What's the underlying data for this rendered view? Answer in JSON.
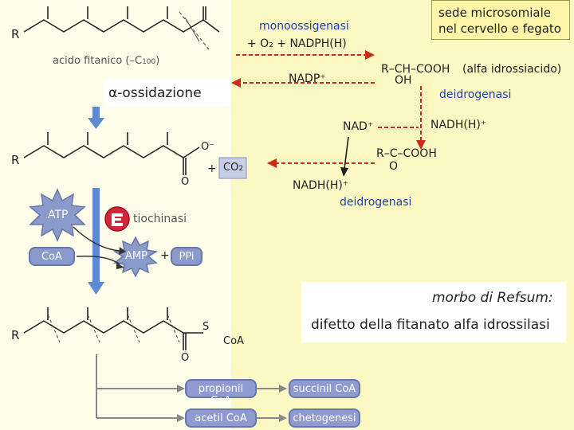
{
  "top_right_box": {
    "line1": "sede microsomiale",
    "line2": "nel cervello e fegato"
  },
  "enzyme_monoox": "monoossigenasi",
  "reagents": "+ O₂ + NADPH(H)",
  "alpha_hydroxy": {
    "formula": "R–CH–COOH",
    "sub": "OH",
    "note": "(alfa idrossiacido)"
  },
  "nadp_plus": "NADP⁺",
  "alpha_ox_label": "α-ossidazione",
  "dehydrogenase_1": "deidrogenasi",
  "nad_plus": "NAD⁺",
  "nadh_1": "NADH(H)⁺",
  "keto": {
    "formula": "R–C–COOH",
    "sub": "O"
  },
  "nadh_2": "NADH(H)⁺",
  "dehydrogenase_2": "deidrogenasi",
  "left_column": {
    "r1": "R",
    "acid_label": "acido fitanico (–C",
    "acid_sub": "100",
    "acid_close": ")",
    "r2": "R",
    "o_minus": "O⁻",
    "o2": "O",
    "plus1": "+",
    "co2": "CO",
    "co2_sub": "2",
    "atp": "ATP",
    "tiochinasi": "tiochinasi",
    "coa_box": "CoA",
    "amp": "AMP",
    "plus2": "+",
    "ppi": "PPi",
    "r3": "R",
    "s_label": "S",
    "coa_label": "CoA",
    "o3": "O",
    "propionil": "propionil CoA",
    "succinil": "succinil CoA",
    "acetil": "acetil CoA",
    "chetogenesi": "chetogenesi"
  },
  "refsum": {
    "title": "morbo di Refsum:",
    "desc": "difetto della fitanato alfa idrossilasi"
  },
  "colors": {
    "background": "#fbf8c4",
    "red_arrow": "#cc2b1a",
    "blue_arrow": "#5b8bd0",
    "enzyme_blue": "#1f3fa8",
    "red_text": "#b0230f",
    "pill": "#8a9acb"
  }
}
